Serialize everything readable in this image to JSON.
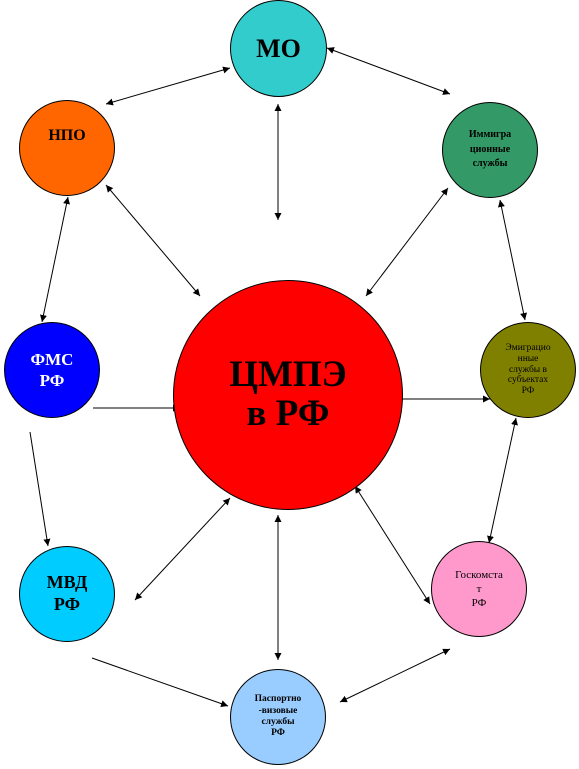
{
  "colors": {
    "line": "#000000",
    "text_dark": "#000000",
    "text_light": "#ffffff"
  },
  "nodes": {
    "center": {
      "lines": [
        "ЦМПЭ",
        "в РФ"
      ],
      "fill": "#ff0000"
    },
    "mo": {
      "lines": [
        "МО"
      ],
      "fill": "#33cccc"
    },
    "npo": {
      "lines": [
        "НПО"
      ],
      "fill": "#ff6600"
    },
    "immigration": {
      "lines": [
        "Иммигра",
        "ционные",
        "службы"
      ],
      "fill": "#339966"
    },
    "fms": {
      "lines": [
        "ФМС",
        "РФ"
      ],
      "fill": "#0000ff"
    },
    "emigration": {
      "lines": [
        "Эмиграцио",
        "нные",
        "службы в",
        "субъектах",
        "РФ"
      ],
      "fill": "#808000"
    },
    "mvd": {
      "lines": [
        "МВД",
        "РФ"
      ],
      "fill": "#00ccff"
    },
    "goskomstat": {
      "lines": [
        "Госкомста",
        "т",
        "РФ"
      ],
      "fill": "#ff99cc"
    },
    "passport": {
      "lines": [
        "Паспортно",
        "-визовые",
        "службы",
        "РФ"
      ],
      "fill": "#99ccff"
    }
  }
}
